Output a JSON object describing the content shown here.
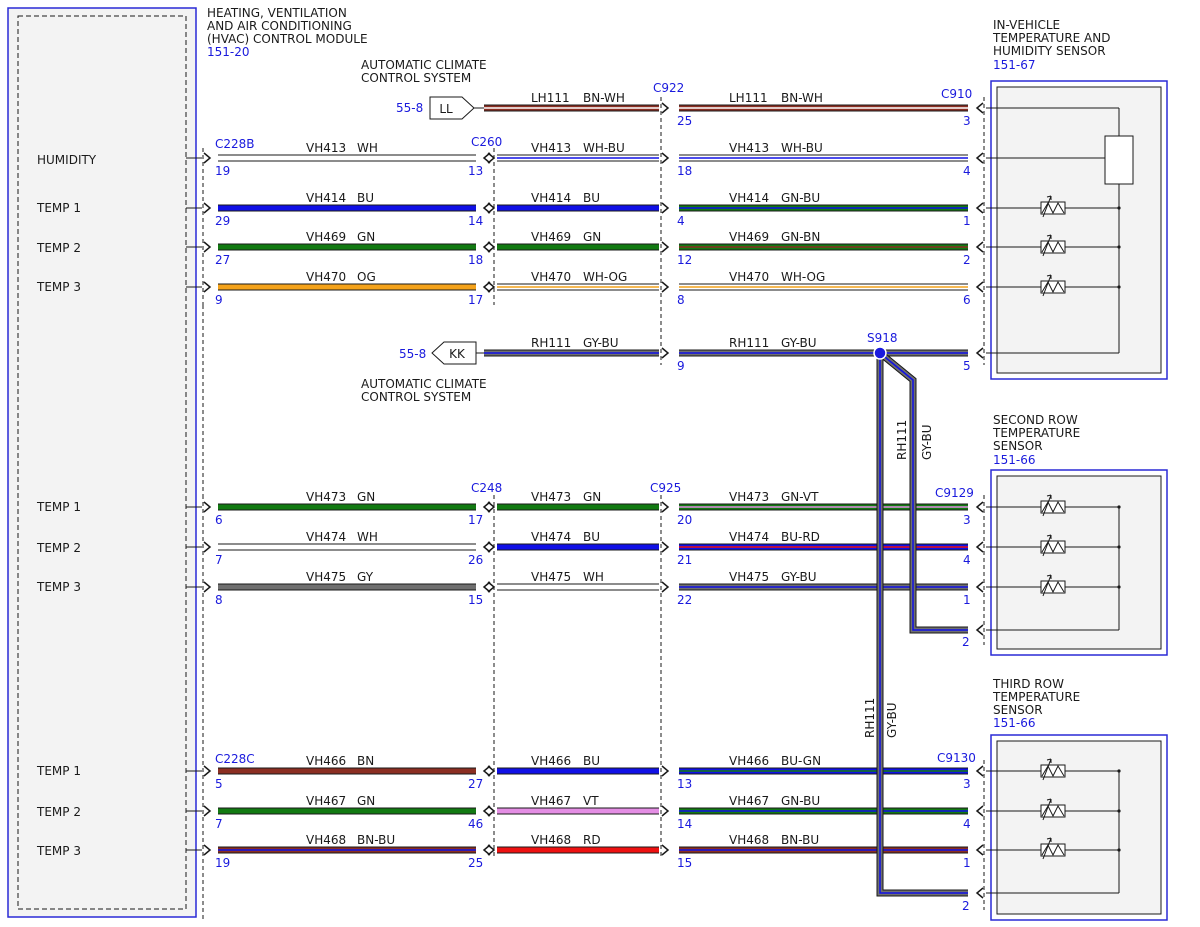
{
  "colors": {
    "BN": "#8b2e22",
    "WH": "#ffffff",
    "BU": "#1010e6",
    "GN": "#127a12",
    "OG": "#f4a21a",
    "GY": "#6f6f6f",
    "VT": "#e48ee4",
    "RD": "#ee1111",
    "frame": "#2a2ad6",
    "black": "#1a1a1a"
  },
  "hvac": {
    "title_lines": [
      "HEATING, VENTILATION",
      "AND AIR CONDITIONING",
      "(HVAC) CONTROL MODULE"
    ],
    "ref": "151-20",
    "inputs": [
      {
        "id": "humidity",
        "label": "HUMIDITY"
      },
      {
        "id": "t1a",
        "label": "TEMP 1"
      },
      {
        "id": "t2a",
        "label": "TEMP 2"
      },
      {
        "id": "t3a",
        "label": "TEMP 3"
      },
      {
        "id": "t1b",
        "label": "TEMP 1"
      },
      {
        "id": "t2b",
        "label": "TEMP 2"
      },
      {
        "id": "t3b",
        "label": "TEMP 3"
      },
      {
        "id": "t1c",
        "label": "TEMP 1"
      },
      {
        "id": "t2c",
        "label": "TEMP 2"
      },
      {
        "id": "t3c",
        "label": "TEMP 3"
      }
    ]
  },
  "systems": [
    {
      "id": "ll",
      "ref": "55-8",
      "tag": "LL",
      "lines": [
        "AUTOMATIC CLIMATE",
        "CONTROL SYSTEM"
      ]
    },
    {
      "id": "kk",
      "ref": "55-8",
      "tag": "KK",
      "lines": [
        "AUTOMATIC CLIMATE",
        "CONTROL SYSTEM"
      ]
    }
  ],
  "connectors": {
    "c228b": "C228B",
    "c228c": "C228C",
    "c260": "C260",
    "c248": "C248",
    "c922": "C922",
    "c925": "C925",
    "c910": "C910",
    "c9129": "C9129",
    "c9130": "C9130",
    "s918": "S918"
  },
  "sensors": [
    {
      "id": "invehicle",
      "lines": [
        "IN-VEHICLE",
        "TEMPERATURE AND",
        "HUMIDITY SENSOR"
      ],
      "ref": "151-67"
    },
    {
      "id": "second",
      "lines": [
        "SECOND ROW",
        "TEMPERATURE",
        "SENSOR"
      ],
      "ref": "151-66"
    },
    {
      "id": "third",
      "lines": [
        "THIRD ROW",
        "TEMPERATURE",
        "SENSOR"
      ],
      "ref": "151-66"
    }
  ],
  "wires": [
    {
      "id": "ll",
      "seg": [
        null,
        null,
        {
          "circuit": "LH111",
          "color": "BN-WH"
        },
        {
          "circuit": "LH111",
          "color": "BN-WH"
        }
      ],
      "pins": [
        null,
        null,
        "25",
        "3"
      ]
    },
    {
      "id": "humidity",
      "seg": [
        {
          "circuit": "VH413",
          "color": "WH"
        },
        {
          "circuit": "VH413",
          "color": "WH-BU"
        },
        {
          "circuit": "VH413",
          "color": "WH-BU"
        }
      ],
      "pins": [
        "19",
        "13",
        "18",
        "4"
      ]
    },
    {
      "id": "t1a",
      "seg": [
        {
          "circuit": "VH414",
          "color": "BU"
        },
        {
          "circuit": "VH414",
          "color": "BU"
        },
        {
          "circuit": "VH414",
          "color": "GN-BU"
        }
      ],
      "pins": [
        "29",
        "14",
        "4",
        "1"
      ]
    },
    {
      "id": "t2a",
      "seg": [
        {
          "circuit": "VH469",
          "color": "GN"
        },
        {
          "circuit": "VH469",
          "color": "GN"
        },
        {
          "circuit": "VH469",
          "color": "GN-BN"
        }
      ],
      "pins": [
        "27",
        "18",
        "12",
        "2"
      ]
    },
    {
      "id": "t3a",
      "seg": [
        {
          "circuit": "VH470",
          "color": "OG"
        },
        {
          "circuit": "VH470",
          "color": "WH-OG"
        },
        {
          "circuit": "VH470",
          "color": "WH-OG"
        }
      ],
      "pins": [
        "9",
        "17",
        "8",
        "6"
      ]
    },
    {
      "id": "kk",
      "seg": [
        null,
        {
          "circuit": "RH111",
          "color": "GY-BU"
        },
        {
          "circuit": "RH111",
          "color": "GY-BU"
        }
      ],
      "pins": [
        null,
        null,
        "9",
        "5"
      ]
    },
    {
      "id": "t1b",
      "seg": [
        {
          "circuit": "VH473",
          "color": "GN"
        },
        {
          "circuit": "VH473",
          "color": "GN"
        },
        {
          "circuit": "VH473",
          "color": "GN-VT"
        }
      ],
      "pins": [
        "6",
        "17",
        "20",
        "3"
      ]
    },
    {
      "id": "t2b",
      "seg": [
        {
          "circuit": "VH474",
          "color": "WH"
        },
        {
          "circuit": "VH474",
          "color": "BU"
        },
        {
          "circuit": "VH474",
          "color": "BU-RD"
        }
      ],
      "pins": [
        "7",
        "26",
        "21",
        "4"
      ]
    },
    {
      "id": "t3b",
      "seg": [
        {
          "circuit": "VH475",
          "color": "GY"
        },
        {
          "circuit": "VH475",
          "color": "WH"
        },
        {
          "circuit": "VH475",
          "color": "GY-BU"
        }
      ],
      "pins": [
        "8",
        "15",
        "22",
        "1"
      ]
    },
    {
      "id": "t1c",
      "seg": [
        {
          "circuit": "VH466",
          "color": "BN"
        },
        {
          "circuit": "VH466",
          "color": "BU"
        },
        {
          "circuit": "VH466",
          "color": "BU-GN"
        }
      ],
      "pins": [
        "5",
        "27",
        "13",
        "3"
      ]
    },
    {
      "id": "t2c",
      "seg": [
        {
          "circuit": "VH467",
          "color": "GN"
        },
        {
          "circuit": "VH467",
          "color": "VT"
        },
        {
          "circuit": "VH467",
          "color": "GN-BU"
        }
      ],
      "pins": [
        "7",
        "46",
        "14",
        "4"
      ]
    },
    {
      "id": "t3c",
      "seg": [
        {
          "circuit": "VH468",
          "color": "BN-BU"
        },
        {
          "circuit": "VH468",
          "color": "RD"
        },
        {
          "circuit": "VH468",
          "color": "BN-BU"
        }
      ],
      "pins": [
        "19",
        "25",
        "15",
        "1"
      ]
    }
  ],
  "splice_branches": [
    {
      "id": "to-second",
      "circuit": "RH111",
      "color": "GY-BU",
      "pin": "2"
    },
    {
      "id": "to-third",
      "circuit": "RH111",
      "color": "GY-BU",
      "pin": "2"
    }
  ]
}
